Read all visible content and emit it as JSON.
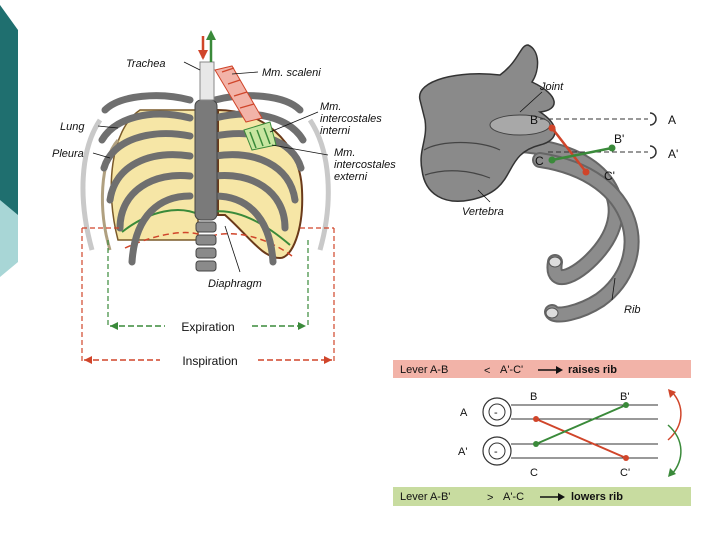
{
  "thorax_labels": {
    "trachea": "Trachea",
    "scaleni": "Mm. scaleni",
    "intercostales_interni_1": "Mm.",
    "intercostales_interni_2": "intercostales",
    "intercostales_interni_3": "interni",
    "intercostales_externi_1": "Mm.",
    "intercostales_externi_2": "intercostales",
    "intercostales_externi_3": "externi",
    "lung": "Lung",
    "pleura": "Pleura",
    "diaphragm": "Diaphragm",
    "expiration": "Expiration",
    "inspiration": "Inspiration"
  },
  "vertebra_labels": {
    "joint": "Joint",
    "vertebra": "Vertebra",
    "rib": "Rib",
    "A": "A",
    "A_prime": "A'",
    "B": "B",
    "B_prime": "B'",
    "C": "C",
    "C_prime": "C'"
  },
  "lever_box": {
    "top_text_1": "Lever A-B",
    "top_sym": "<",
    "top_text_2": "A'-C'",
    "top_text_3": "raises rib",
    "bottom_text_1": "Lever A-B'",
    "bottom_sym": ">",
    "bottom_text_2": "A'-C",
    "bottom_text_3": "lowers rib",
    "A": "A",
    "A_prime": "A'",
    "B": "B",
    "B_prime": "B'",
    "C": "C",
    "C_prime": "C'",
    "minus": "-"
  },
  "colors": {
    "teal_dark": "#1f7a7a",
    "teal_light": "#9fd0d0",
    "bone": "#7a7a7a",
    "lung": "#f6e6a6",
    "red": "#d0452a",
    "green": "#3a8a3a",
    "pink_band": "#f2b3a8",
    "green_band": "#c8dca0"
  }
}
